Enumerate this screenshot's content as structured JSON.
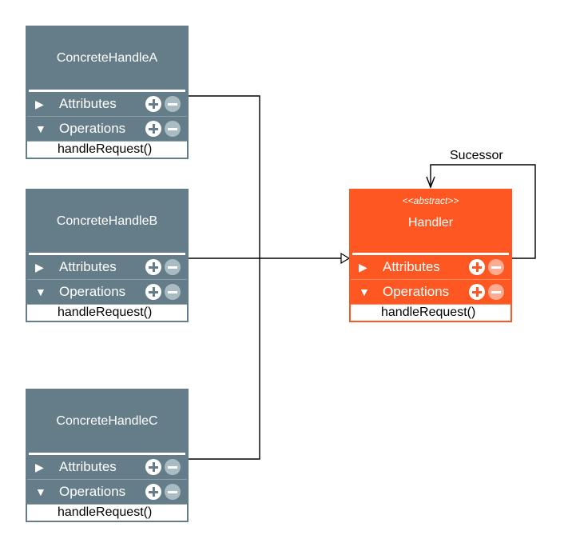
{
  "classes": {
    "a": {
      "name": "ConcreteHandleA",
      "attributes_label": "Attributes",
      "operations_label": "Operations",
      "method": "handleRequest()"
    },
    "b": {
      "name": "ConcreteHandleB",
      "attributes_label": "Attributes",
      "operations_label": "Operations",
      "method": "handleRequest()"
    },
    "c": {
      "name": "ConcreteHandleC",
      "attributes_label": "Attributes",
      "operations_label": "Operations",
      "method": "handleRequest()"
    },
    "handler": {
      "stereotype": "<<abstract>>",
      "name": "Handler",
      "attributes_label": "Attributes",
      "operations_label": "Operations",
      "method": "handleRequest()"
    }
  },
  "self_association_label": "Sucessor",
  "colors": {
    "concrete_fill": "#647d88",
    "abstract_fill": "#ff5722",
    "line": "#000000"
  },
  "icons": {
    "collapsed": "triangle-right-icon",
    "expanded": "triangle-down-icon",
    "add": "plus-circle-icon",
    "remove": "minus-circle-icon"
  }
}
